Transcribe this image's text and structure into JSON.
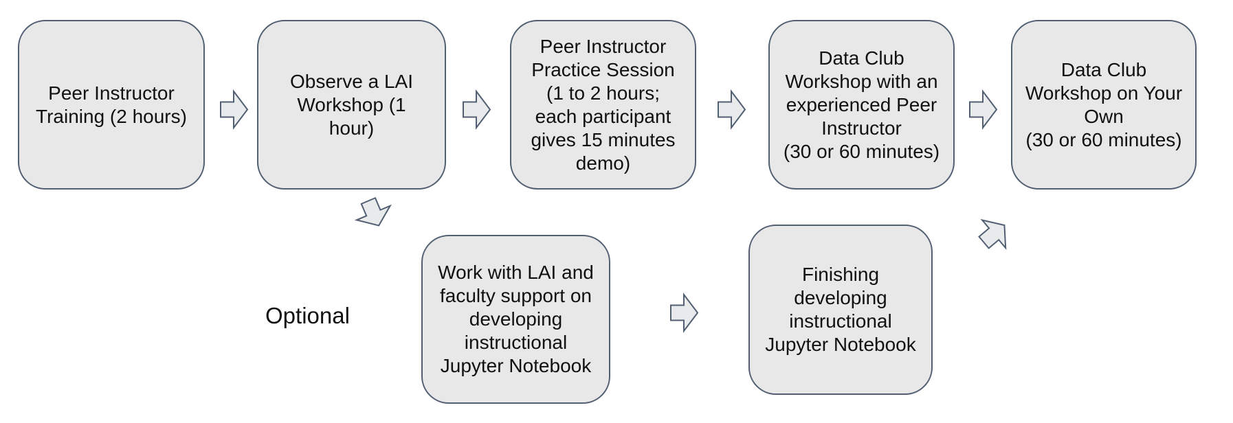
{
  "diagram": {
    "optional_label": "Optional",
    "colors": {
      "background": "#ffffff",
      "box_fill": "#e8e8e8",
      "box_border": "#525f73",
      "arrow_fill": "#e9eaeb",
      "arrow_border": "#525f73",
      "text": "#111111"
    },
    "main_flow": [
      {
        "id": "peer-instructor-training",
        "label": "Peer Instructor\nTraining (2 hours)"
      },
      {
        "id": "observe-lai-workshop",
        "label": "Observe a LAI\nWorkshop (1\nhour)"
      },
      {
        "id": "practice-session",
        "label": "Peer Instructor\nPractice Session\n(1 to 2 hours;\neach participant\ngives 15 minutes\ndemo)"
      },
      {
        "id": "workshop-with-experienced-instructor",
        "label": "Data Club\nWorkshop with an\nexperienced Peer\nInstructor\n(30 or 60 minutes)"
      },
      {
        "id": "workshop-on-your-own",
        "label": "Data Club\nWorkshop on Your\nOwn\n(30 or 60 minutes)"
      }
    ],
    "optional_flow": [
      {
        "id": "work-with-lai-support",
        "label": "Work with LAI and\nfaculty support on\ndeveloping\ninstructional\nJupyter Notebook"
      },
      {
        "id": "finish-developing-notebook",
        "label": "Finishing\ndeveloping\ninstructional\nJupyter Notebook"
      }
    ]
  }
}
